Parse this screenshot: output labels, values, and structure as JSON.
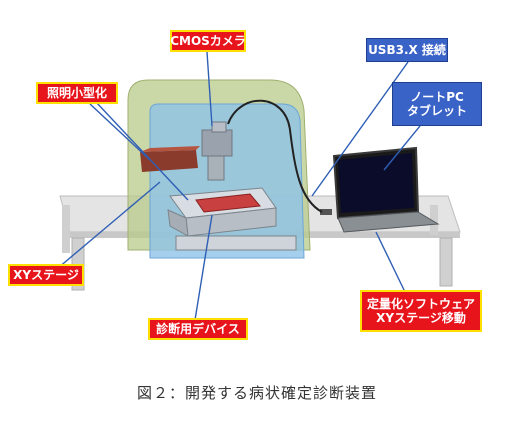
{
  "labels": {
    "cmos_camera": "CMOSカメラ",
    "usb": "USB3.X 接続",
    "lighting": "照明小型化",
    "notebook_line1": "ノートPC",
    "notebook_line2": "タブレット",
    "xy_stage": "XYステージ",
    "diagnosis_device": "診断用デバイス",
    "software_line1": "定量化ソフトウェア",
    "software_line2": "XYステージ移動"
  },
  "caption": "図２：開発する病状確定診断装置",
  "colors": {
    "callout_red": "#e8141c",
    "callout_border_yellow": "#ffe000",
    "callout_blue": "#3a63c8",
    "enclosure_outer": "#b8c98a",
    "enclosure_inner": "#8fc3e8",
    "table": "#d9d9d9"
  }
}
